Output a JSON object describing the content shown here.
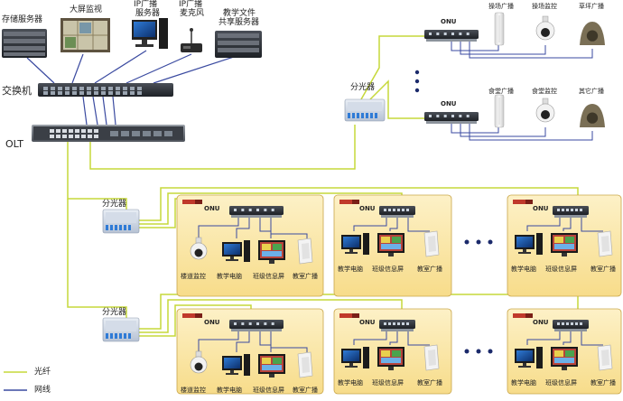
{
  "head_end": {
    "storage_server": "存储服务器",
    "big_screen": "大屏监视",
    "ip_server_line1": "IP广播",
    "ip_server_line2": "服务器",
    "ip_mic_line1": "IP广播",
    "ip_mic_line2": "麦克风",
    "teaching_server_line1": "教学文件",
    "teaching_server_line2": "共享服务器",
    "switch": "交换机",
    "olt": "OLT"
  },
  "onu_label": "ONU",
  "splitter_label": "分光器",
  "outdoor": {
    "top_labels": [
      "操场广播",
      "操场监控",
      "草坪广播"
    ],
    "bottom_labels": [
      "食堂广播",
      "食堂监控",
      "其它广播"
    ]
  },
  "classroom": {
    "first_labels": [
      "楼道监控",
      "教学电脑",
      "班级信息屏",
      "教室广播"
    ],
    "other_labels": [
      "教学电脑",
      "班级信息屏",
      "教室广播"
    ]
  },
  "legend": {
    "fiber": "光纤",
    "network": "网线"
  },
  "colors": {
    "fiber": "#c6d83a",
    "network": "#3a4aa0",
    "room_fill": "#fbe6a6",
    "room_border": "#c9a64a"
  }
}
